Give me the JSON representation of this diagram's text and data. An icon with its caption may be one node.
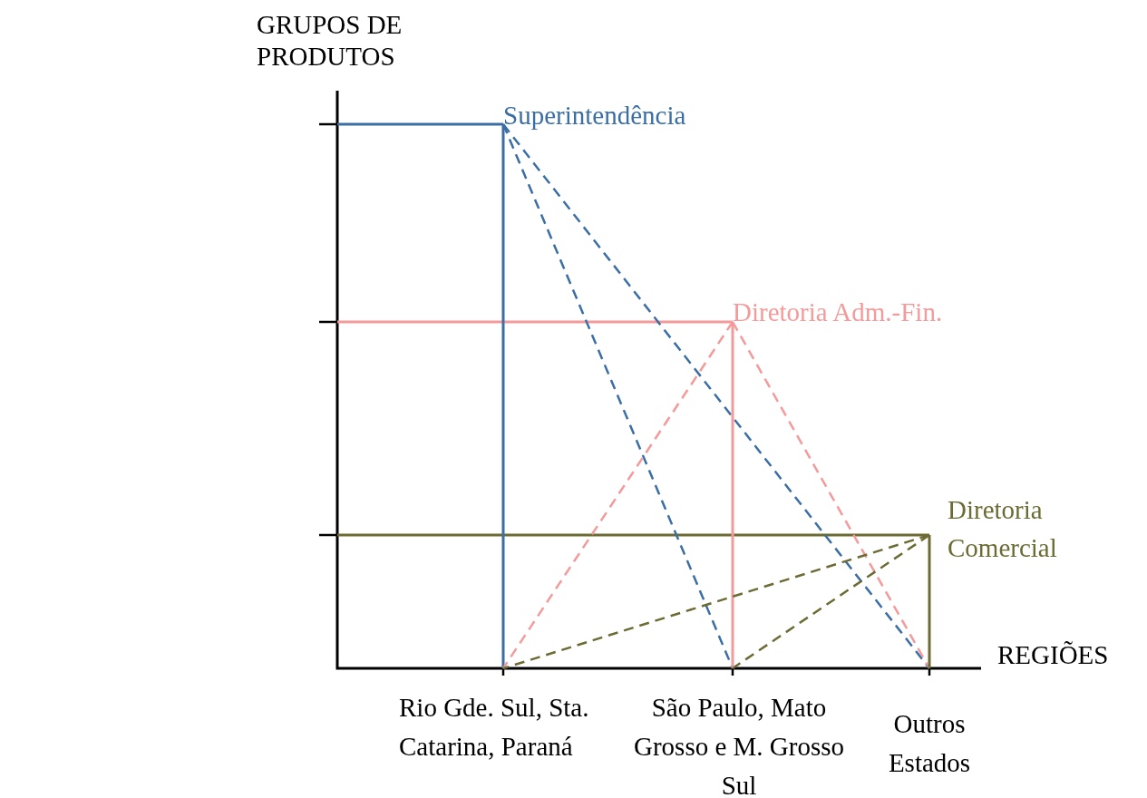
{
  "diagram": {
    "nodes": [
      {
        "text": [
          "Superintendência"
        ]
      },
      {
        "text": [
          "Diretoria Adm.-Fin."
        ]
      },
      {
        "text": [
          "Diretoria Comercial"
        ]
      },
      {
        "text": [
          "Rio Gde. Sul, Sta. Catarina, Paraná"
        ]
      },
      {
        "text": [
          "São Paulo, Mato Grosso e M. Grosso Sul"
        ]
      },
      {
        "text": [
          "Outros Estados"
        ]
      }
    ],
    "edges": [
      {
        "from": 0,
        "to": 3,
        "arrow": "none",
        "color": "#3a6ea5"
      },
      {
        "from": 0,
        "to": 4,
        "arrow": "none",
        "style": "dashed",
        "color": "#3a6ea5"
      },
      {
        "from": 0,
        "to": 5,
        "arrow": "none",
        "style": "dashed",
        "color": "#3a6ea5"
      },
      {
        "from": 1,
        "to": 4,
        "arrow": "none",
        "color": "#f49a9a"
      },
      {
        "from": 1,
        "to": 3,
        "arrow": "none",
        "style": "dashed",
        "color": "#f49a9a"
      },
      {
        "from": 1,
        "to": 5,
        "arrow": "none",
        "style": "dashed",
        "color": "#f49a9a"
      },
      {
        "from": 2,
        "to": 5,
        "arrow": "none",
        "color": "#6b6b33"
      },
      {
        "from": 2,
        "to": 3,
        "arrow": "none",
        "style": "dashed",
        "color": "#6b6b33"
      },
      {
        "from": 2,
        "to": 4,
        "arrow": "none",
        "style": "dashed",
        "color": "#6b6b33"
      }
    ],
    "labels": [
      "GRUPOS DE PRODUTOS",
      "REGIÕES"
    ]
  }
}
